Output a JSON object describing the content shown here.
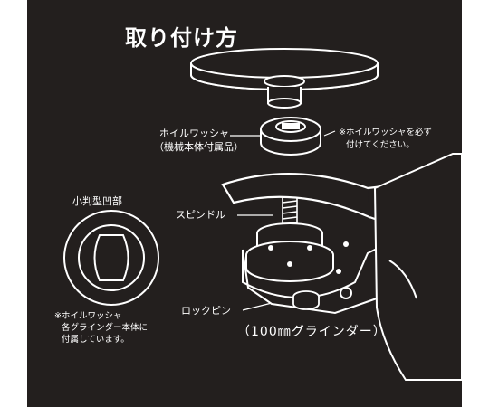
{
  "title": "取り付け方",
  "labels": {
    "wheel_washer": "ホイルワッシャ",
    "wheel_washer_sub": "（機械本体付属品）",
    "note_right_line1": "※ホイルワッシャを必ず",
    "note_right_line2": "付けてください。",
    "small_recess": "小判型凹部",
    "spindle": "スピンドル",
    "lock_pin": "ロックピン",
    "grinder": "（100㎜グラインダー）",
    "note_left_line1": "※ホイルワッシャ",
    "note_left_line2": "各グラインダー本体に",
    "note_left_line3": "付属しています。"
  },
  "colors": {
    "background": "#231f1e",
    "line": "#ffffff",
    "part_fill": "#231f1e"
  }
}
